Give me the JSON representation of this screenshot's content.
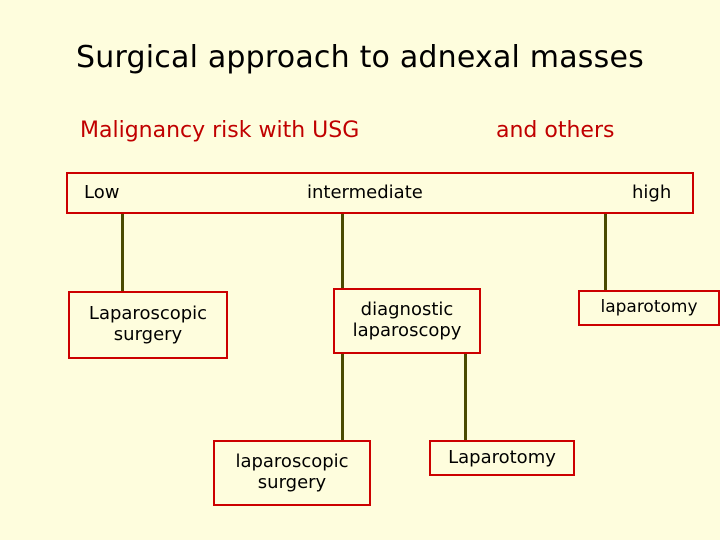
{
  "slide": {
    "title": "Surgical approach to adnexal masses",
    "subtitle_left": "Malignancy risk with USG",
    "subtitle_right": "and others",
    "risk_levels": {
      "low": "Low",
      "intermediate": "intermediate",
      "high": "high"
    },
    "nodes": {
      "low_action": "Laparoscopic surgery",
      "intermediate_action": "diagnostic laparoscopy",
      "high_action": "laparotomy",
      "intermediate_outcome_left": "laparoscopic surgery",
      "intermediate_outcome_right": "Laparotomy"
    },
    "colors": {
      "background": "#FEFDDD",
      "title_text": "#000000",
      "subtitle_text": "#C00000",
      "box_border": "#CC0000",
      "connector": "#4A4A00"
    }
  }
}
